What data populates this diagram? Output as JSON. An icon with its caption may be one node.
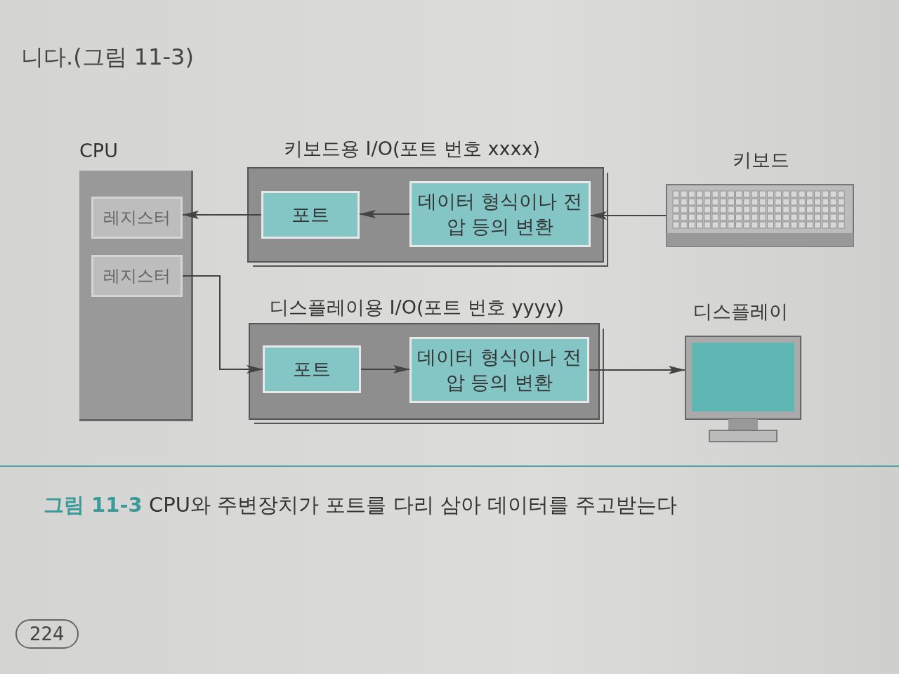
{
  "diagram": {
    "caption": "**그림 11-3** CPU와 주변장치가 포트를 다리 삼아 데이터를 주고받는다",
    "nodes": [
      {
        "text": [
          "CPU"
        ]
      },
      {
        "text": [
          "레지스터"
        ],
        "in": 0
      },
      {
        "text": [
          "레지스터"
        ],
        "in": 0
      },
      {
        "text": [
          "키보드용 I/O(포트 번호 xxxx)"
        ]
      },
      {
        "text": [
          "포트"
        ],
        "in": 3
      },
      {
        "text": [
          "데이터 형식이나 전압 등의 변환"
        ],
        "in": 3
      },
      {
        "text": [
          "키보드"
        ]
      },
      {
        "text": [
          "디스플레이용 I/O(포트 번호 yyyy)"
        ]
      },
      {
        "text": [
          "포트"
        ],
        "in": 7
      },
      {
        "text": [
          "데이터 형식이나 전압 등의 변환"
        ],
        "in": 7
      },
      {
        "text": [
          "디스플레이"
        ]
      }
    ],
    "edges": [
      {
        "from": 6,
        "to": 5,
        "arrow": "to"
      },
      {
        "from": 5,
        "to": 4,
        "arrow": "to"
      },
      {
        "from": 4,
        "to": 1,
        "arrow": "to"
      },
      {
        "from": 2,
        "to": 8,
        "arrow": "to"
      },
      {
        "from": 8,
        "to": 9,
        "arrow": "to"
      },
      {
        "from": 9,
        "to": 10,
        "arrow": "to"
      }
    ],
    "labels": [
      "니다.(그림 11-3)",
      "224"
    ]
  }
}
